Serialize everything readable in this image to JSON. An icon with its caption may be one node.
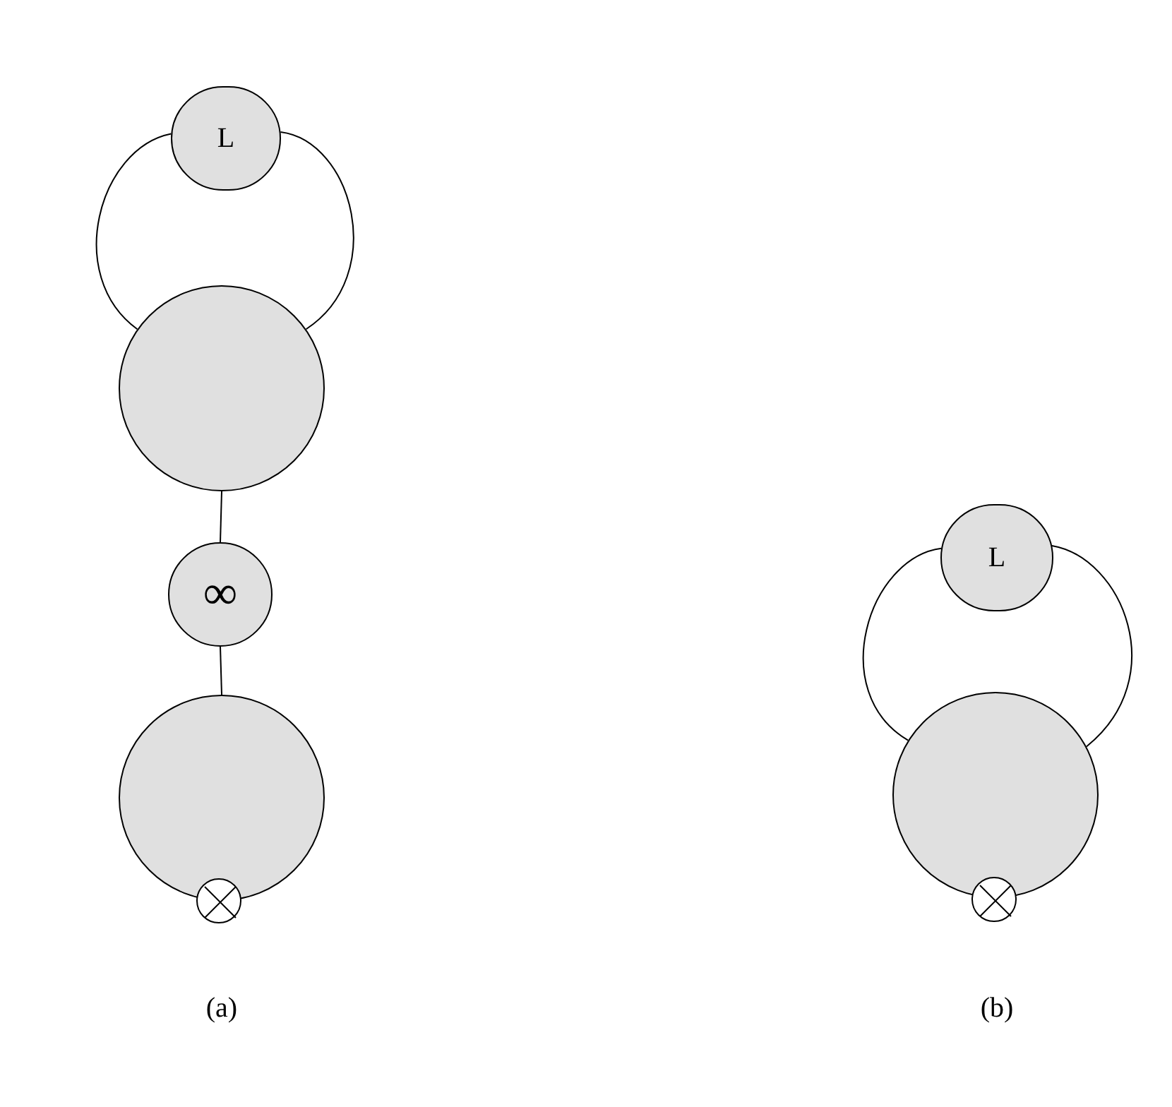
{
  "diagram": {
    "nodes": [
      {
        "text": [
          "L"
        ]
      },
      {
        "text": [],
        "shape": "circle"
      },
      {
        "text": [
          "∞"
        ]
      },
      {
        "text": [],
        "shape": "circle"
      },
      {
        "text": [],
        "shape": "circle"
      },
      {
        "text": [
          "L"
        ]
      },
      {
        "text": [],
        "shape": "circle"
      },
      {
        "text": [],
        "shape": "circle"
      }
    ],
    "edges": [
      {
        "from": 0,
        "to": 1,
        "arrow": "none"
      },
      {
        "from": 0,
        "to": 1,
        "arrow": "none"
      },
      {
        "from": 1,
        "to": 2,
        "arrow": "none"
      },
      {
        "from": 2,
        "to": 3,
        "arrow": "none"
      },
      {
        "from": 5,
        "to": 6,
        "arrow": "none"
      },
      {
        "from": 5,
        "to": 6,
        "arrow": "none"
      }
    ],
    "labels": [
      "(a)",
      "(b)"
    ]
  }
}
